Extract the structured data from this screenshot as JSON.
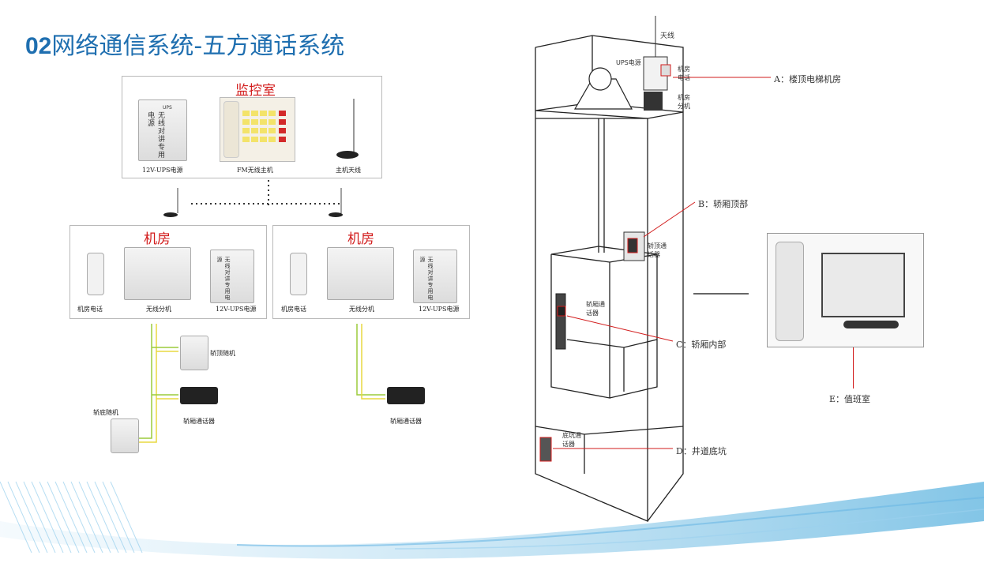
{
  "page": {
    "title_prefix": "02",
    "title_text": "网络通信系统-五方通话系统"
  },
  "left_diagram": {
    "monitor_room": {
      "title": "监控室",
      "ups_label": "12V-UPS电源",
      "host_label": "FM无线主机",
      "antenna_label": "主机天线",
      "ups_text": "无线对讲专用电源"
    },
    "machine_rooms": [
      {
        "title": "机房",
        "phone_label": "机房电话",
        "splitter_label": "无线分机",
        "ups_label": "12V-UPS电源",
        "ups_text": "无线对讲专用电源",
        "branches": [
          {
            "label": "轿顶随机"
          },
          {
            "label": "轿厢通话器"
          },
          {
            "label": "轿底随机"
          }
        ]
      },
      {
        "title": "机房",
        "phone_label": "机房电话",
        "splitter_label": "无线分机",
        "ups_label": "12V-UPS电源",
        "ups_text": "无线对讲专用电源",
        "branches": [
          {
            "label": "轿厢通话器"
          }
        ]
      }
    ]
  },
  "right_diagram": {
    "antenna": "天线",
    "ups": "UPS电源",
    "mr_phone": "机房电话",
    "mr_ext": "机房分机",
    "car_top_device": "轿顶通话器",
    "car_device": "轿厢通话器",
    "pit_device": "底坑通话器",
    "callouts": {
      "a": "A：楼顶电梯机房",
      "b": "B：轿厢顶部",
      "c": "C：轿厢内部",
      "d": "D：井道底坑",
      "e": "E：值班室"
    }
  },
  "colors": {
    "title_blue": "#1f6fb0",
    "accent_red": "#d21b1b",
    "wire_green": "#9ccc3b",
    "wire_yellow": "#e8d840"
  }
}
